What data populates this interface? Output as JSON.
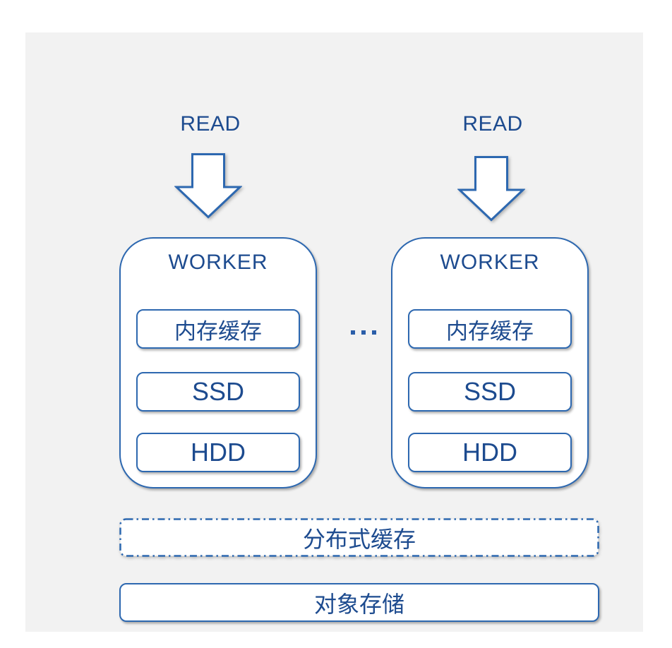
{
  "colors": {
    "panel_background": "#f2f2f2",
    "text_blue": "#1d4b8f",
    "border_blue": "#2d68b0"
  },
  "read_labels": [
    "READ",
    "READ"
  ],
  "workers": [
    {
      "label": "WORKER",
      "layers": [
        "内存缓存",
        "SSD",
        "HDD"
      ]
    },
    {
      "label": "WORKER",
      "layers": [
        "内存缓存",
        "SSD",
        "HDD"
      ]
    }
  ],
  "ellipsis": "...",
  "distributed_cache": {
    "label": "分布式缓存"
  },
  "object_storage": {
    "label": "对象存储"
  }
}
